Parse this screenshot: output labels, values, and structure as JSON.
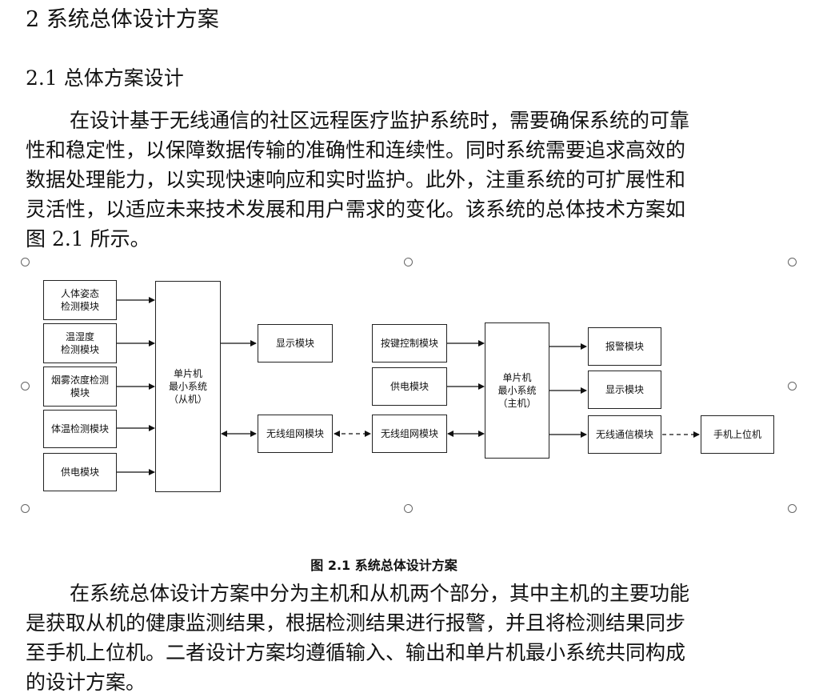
{
  "heading1": "2  系统总体设计方案",
  "heading2": "2.1  总体方案设计",
  "para1": [
    "在设计基于无线通信的社区远程医疗监护系统时，需要确保系统的可靠",
    "性和稳定性，以保障数据传输的准确性和连续性。同时系统需要追求高效的",
    "数据处理能力，以实现快速响应和实时监护。此外，注重系统的可扩展性和",
    "灵活性，以适应未来技术发展和用户需求的变化。该系统的总体技术方案如",
    "图 2.1 所示。"
  ],
  "diagram": {
    "slave_inputs": [
      [
        "人体姿态",
        "检测模块"
      ],
      [
        "温湿度",
        "检测模块"
      ],
      [
        "烟雾浓度检测",
        "模块"
      ],
      [
        "体温检测模块"
      ],
      [
        "供电模块"
      ]
    ],
    "slave_mcu": [
      "单片机",
      "最小系统",
      "（从机）"
    ],
    "slave_display": "显示模块",
    "slave_wireless": "无线组网模块",
    "host_key": "按键控制模块",
    "host_power": "供电模块",
    "host_wireless": "无线组网模块",
    "host_mcu": [
      "单片机",
      "最小系统",
      "（主机）"
    ],
    "alarm": "报警模块",
    "host_display": "显示模块",
    "wireless_comm": "无线通信模块",
    "phone": "手机上位机"
  },
  "caption": "图 2.1  系统总体设计方案",
  "para2": [
    "在系统总体设计方案中分为主机和从机两个部分，其中主机的主要功能",
    "是获取从机的健康监测结果，根据检测结果进行报警，并且将检测结果同步",
    "至手机上位机。二者设计方案均遵循输入、输出和单片机最小系统共同构成",
    "的设计方案。"
  ]
}
